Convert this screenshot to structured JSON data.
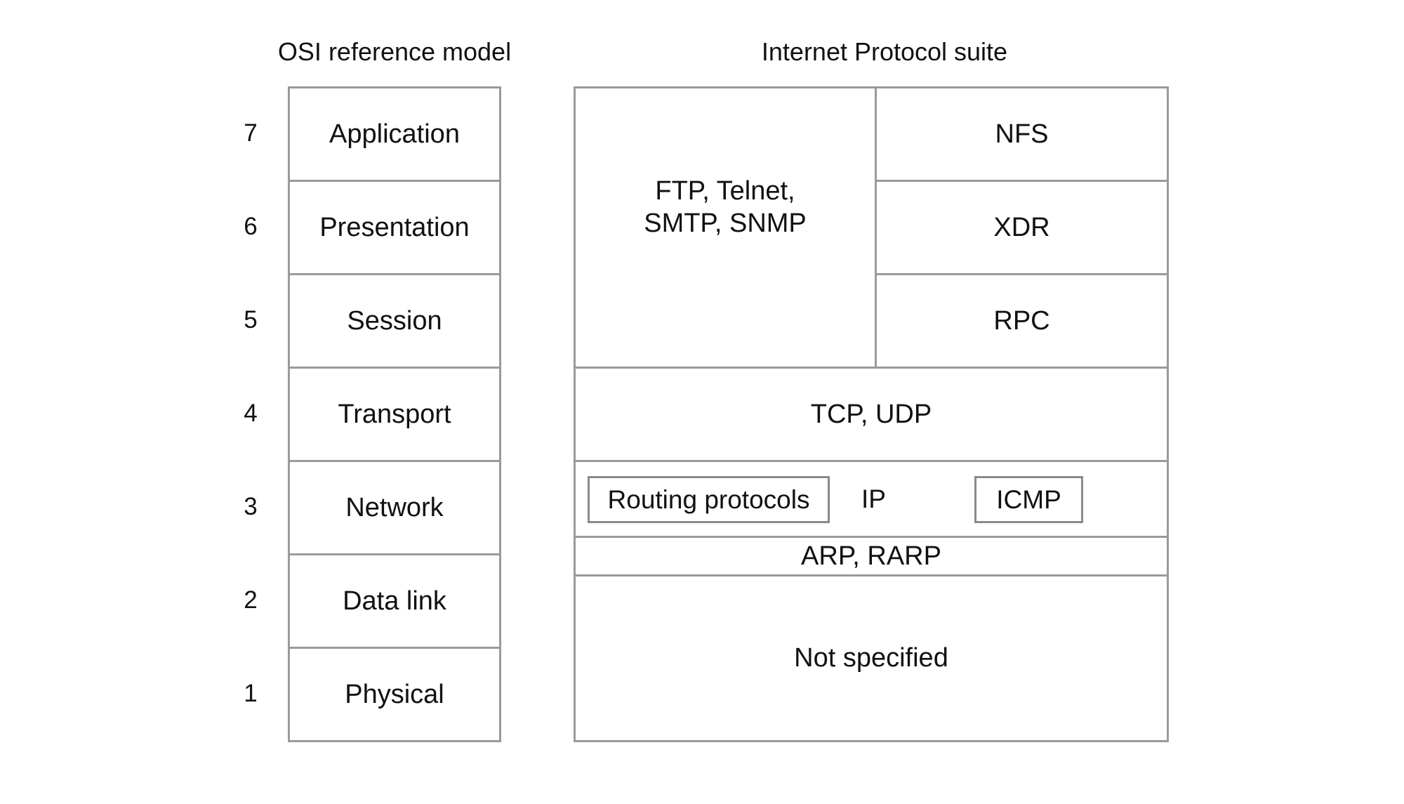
{
  "titles": {
    "osi": "OSI reference model",
    "ip_suite": "Internet Protocol suite"
  },
  "osi_layers": [
    {
      "number": "7",
      "name": "Application"
    },
    {
      "number": "6",
      "name": "Presentation"
    },
    {
      "number": "5",
      "name": "Session"
    },
    {
      "number": "4",
      "name": "Transport"
    },
    {
      "number": "3",
      "name": "Network"
    },
    {
      "number": "2",
      "name": "Data link"
    },
    {
      "number": "1",
      "name": "Physical"
    }
  ],
  "ip_suite": {
    "apps_line1": "FTP, Telnet,",
    "apps_line2": "SMTP, SNMP",
    "nfs": "NFS",
    "xdr": "XDR",
    "rpc": "RPC",
    "transport": "TCP, UDP",
    "routing": "Routing protocols",
    "ip": "IP",
    "icmp": "ICMP",
    "arp": "ARP, RARP",
    "physical": "Not specified"
  }
}
